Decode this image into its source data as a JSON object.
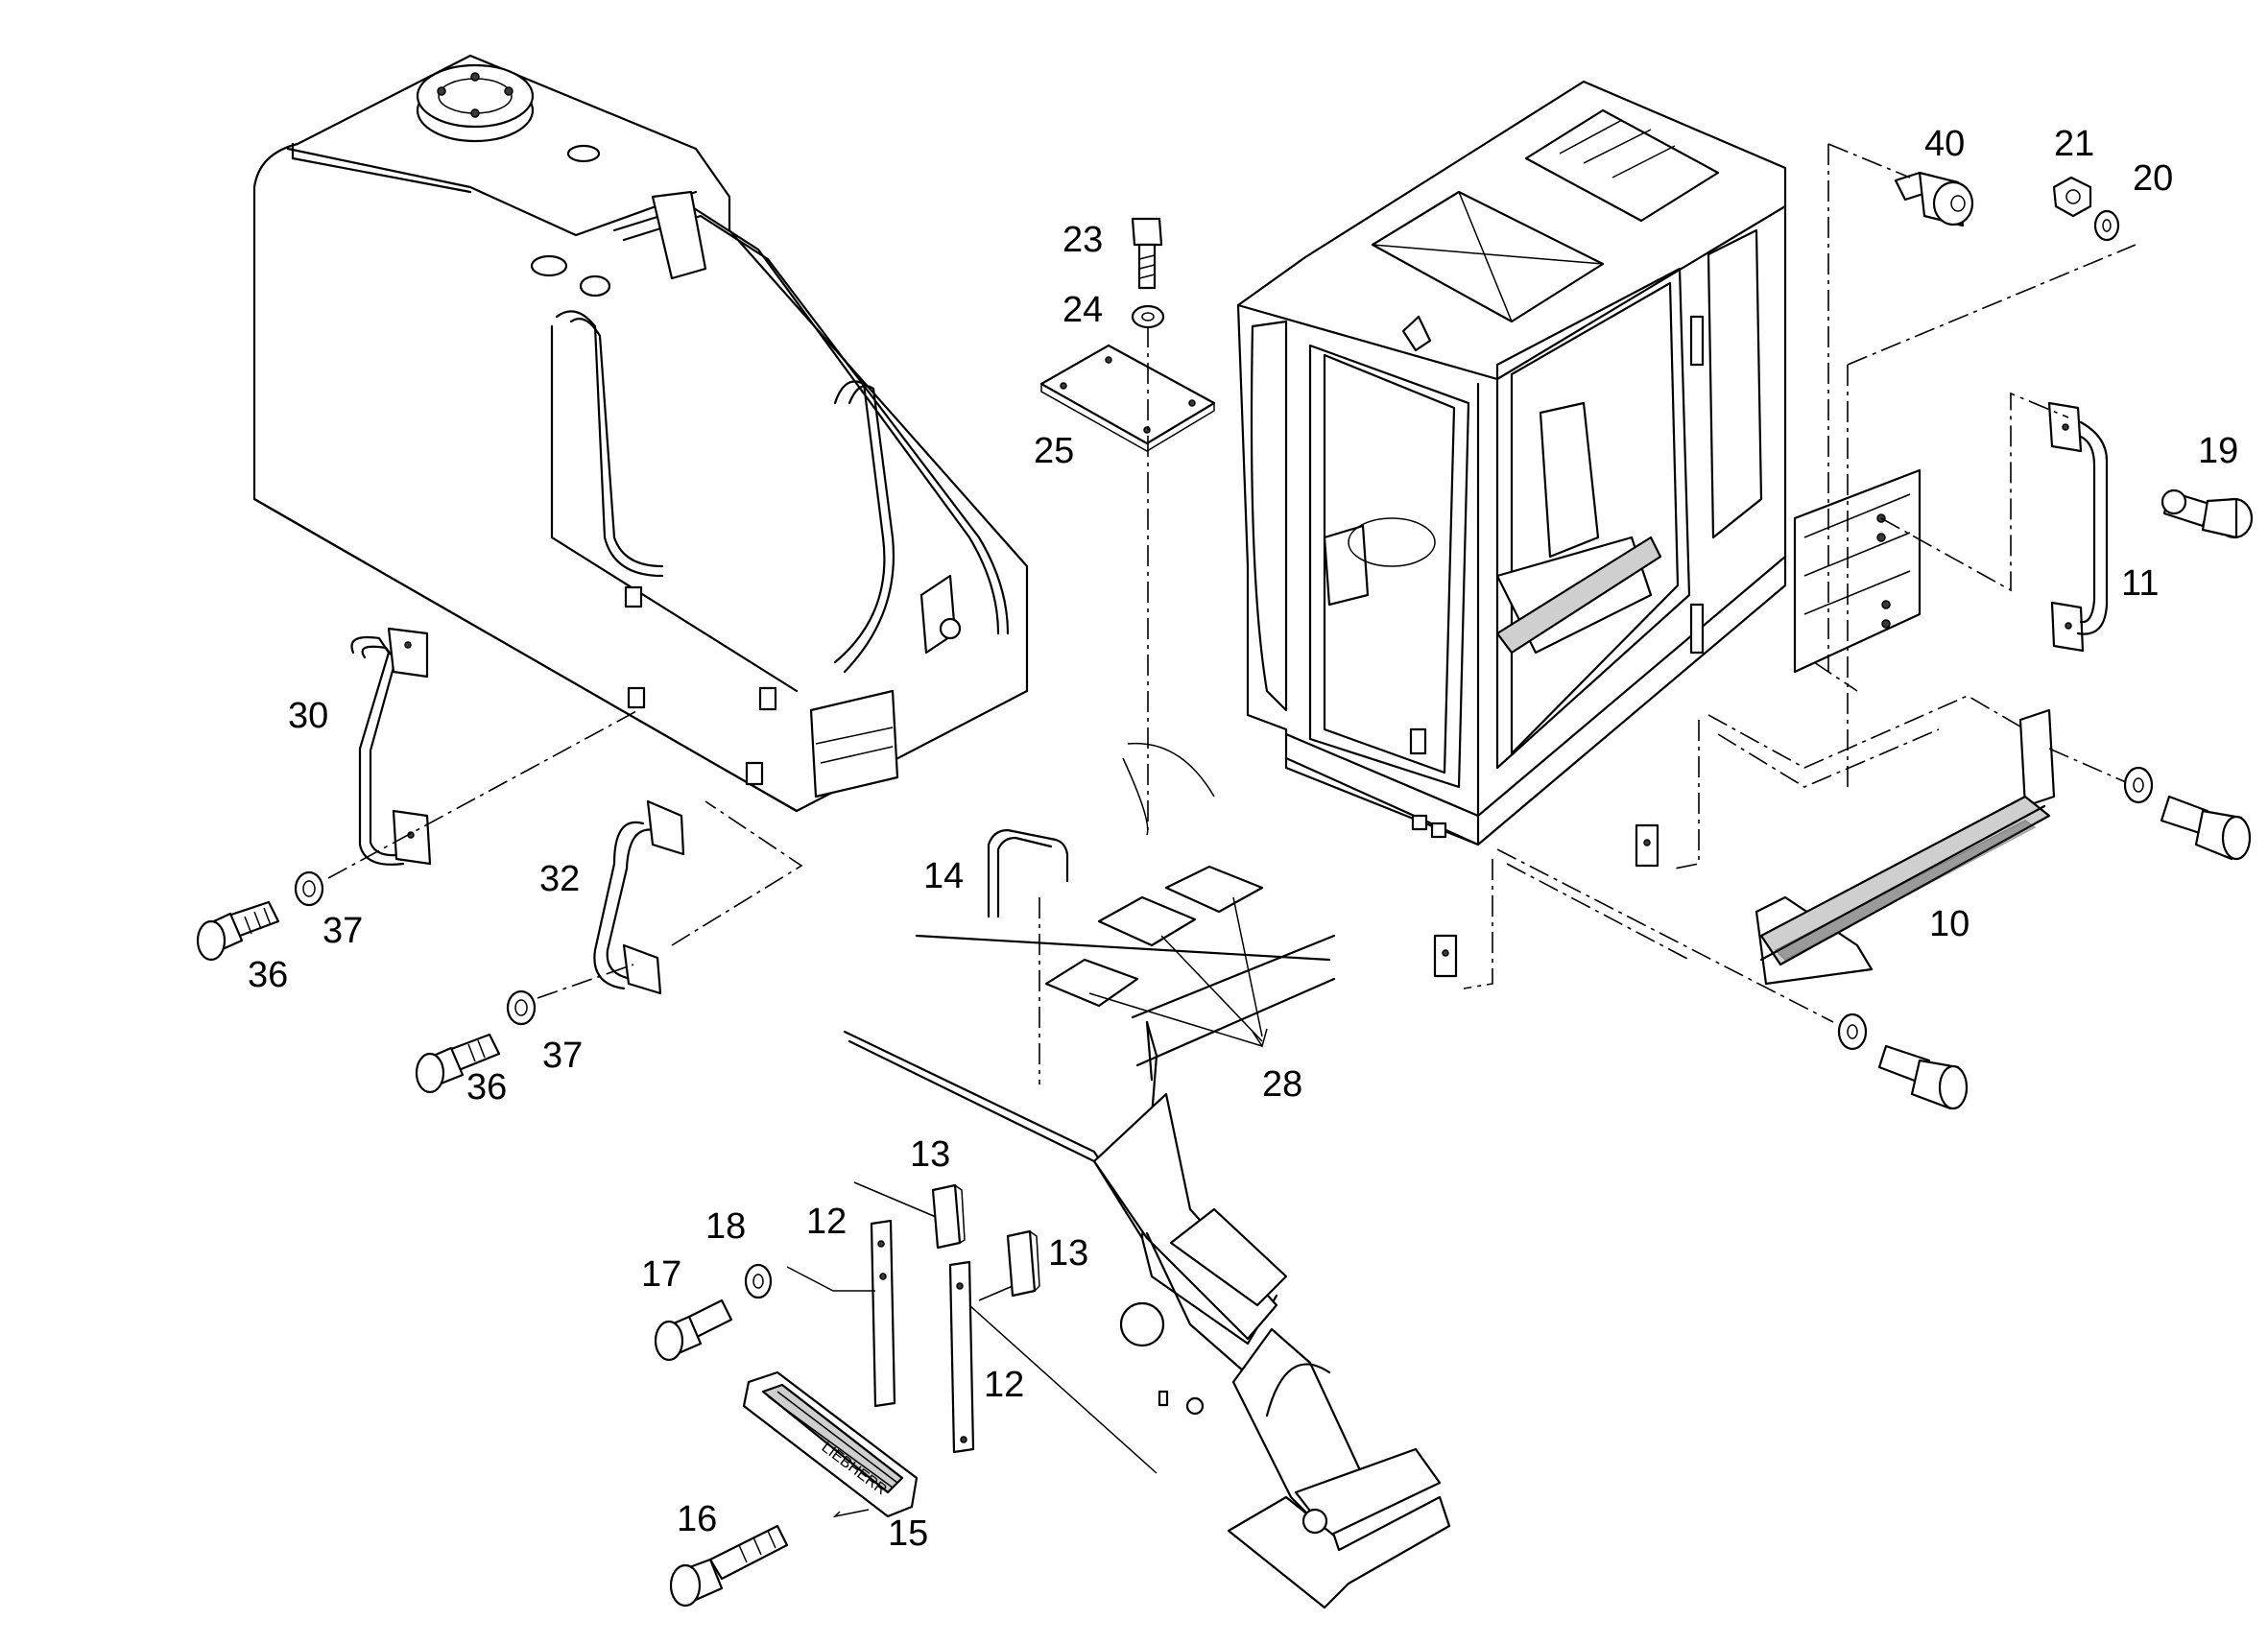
{
  "labels": {
    "p10": "10",
    "p11": "11",
    "p12a": "12",
    "p12b": "12",
    "p13a": "13",
    "p13b": "13",
    "p14": "14",
    "p15": "15",
    "p16": "16",
    "p17": "17",
    "p18": "18",
    "p19": "19",
    "p20": "20",
    "p21": "21",
    "p23": "23",
    "p24": "24",
    "p25": "25",
    "p28": "28",
    "p30": "30",
    "p32": "32",
    "p36a": "36",
    "p36b": "36",
    "p37a": "37",
    "p37b": "37",
    "p40": "40"
  },
  "step_brand": "LIEBHERR"
}
